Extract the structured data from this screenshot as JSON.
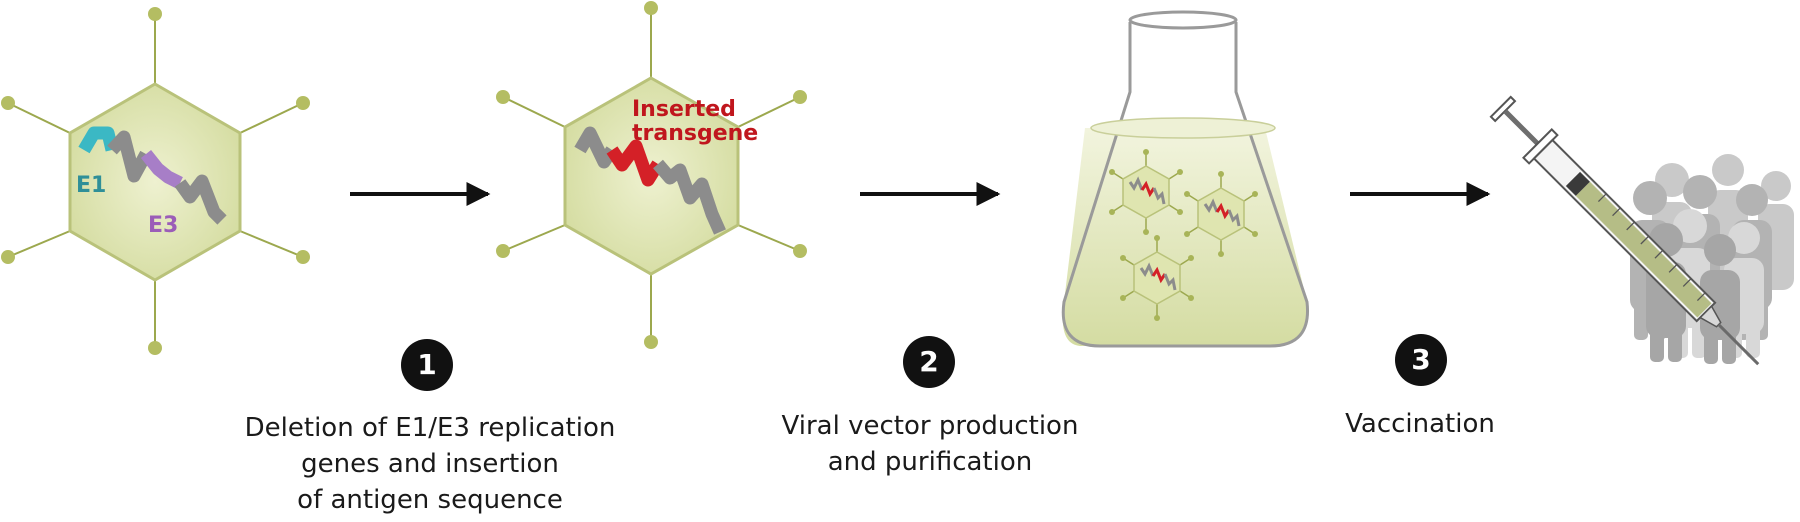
{
  "virus1": {
    "label_e1": "E1",
    "label_e3": "E3"
  },
  "virus2": {
    "label_line1": "Inserted",
    "label_line2": "transgene"
  },
  "steps": [
    {
      "number": "1",
      "caption": [
        "Deletion of E1/E3 replication",
        "genes and insertion",
        "of antigen sequence"
      ]
    },
    {
      "number": "2",
      "caption": [
        "Viral vector production",
        "and purification"
      ]
    },
    {
      "number": "3",
      "caption": [
        "Vaccination"
      ]
    }
  ],
  "colors": {
    "capsid_fill": "#dfe5b0",
    "capsid_stroke": "#b9c27a",
    "spike": "#9ca84e",
    "dna_gray": "#8c8c8c",
    "e1_teal": "#3bb8c4",
    "e3_purple": "#a77ec7",
    "transgene_red": "#d42027",
    "arrow": "#111111"
  }
}
